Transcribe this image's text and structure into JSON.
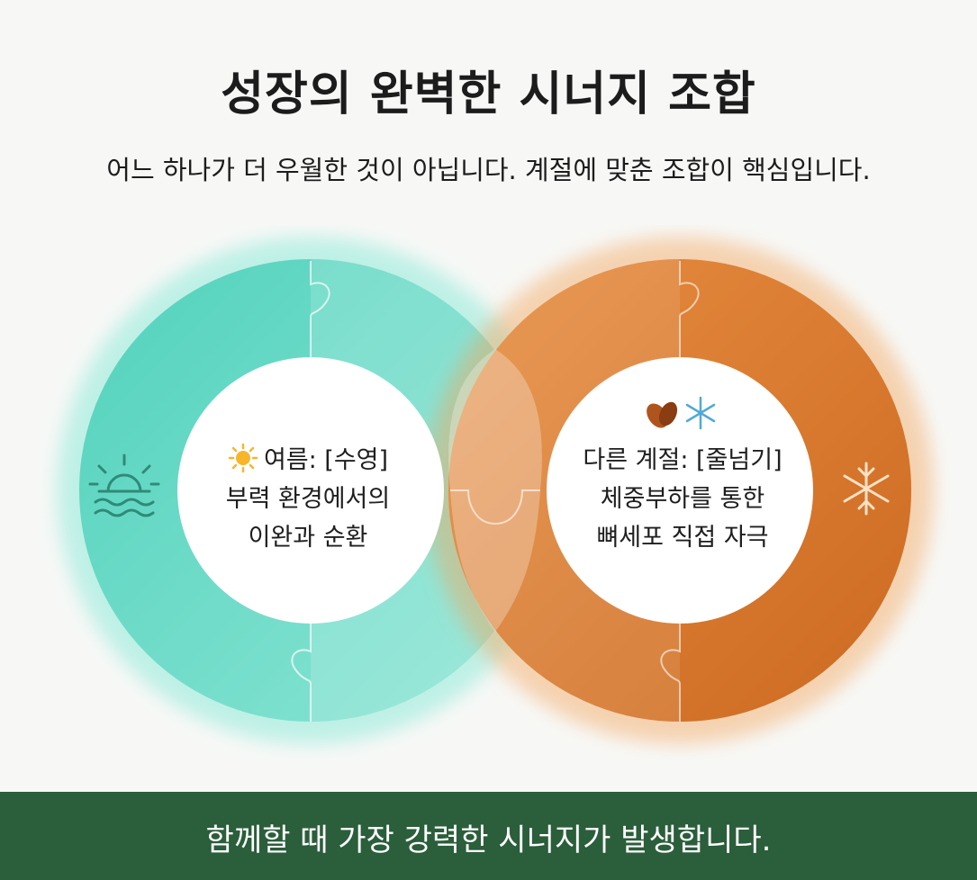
{
  "header": {
    "title": "성장의 완벽한 시너지 조합",
    "subtitle": "어느 하나가 더 우월한 것이 아닙니다. 계절에 맞춘 조합이 핵심입니다."
  },
  "left_ring": {
    "line1": "여름: [수영]",
    "line2": "부력 환경에서의",
    "line3": "이완과 순환",
    "color": "#6fd8c4",
    "side_icon": "sun-over-water-icon",
    "inline_icon": "sun-icon"
  },
  "right_ring": {
    "line1": "다른 계절: [줄넘기]",
    "line2": "체중부하를 통한",
    "line3": "뼈세포 직접 자극",
    "color": "#e0823a",
    "side_icon": "snowflake-icon",
    "inline_icons": [
      "autumn-leaves-icon",
      "snowflake-icon"
    ]
  },
  "footer": {
    "text": "함께할 때 가장 강력한 시너지가 발생합니다.",
    "color": "#2b5e3b"
  }
}
